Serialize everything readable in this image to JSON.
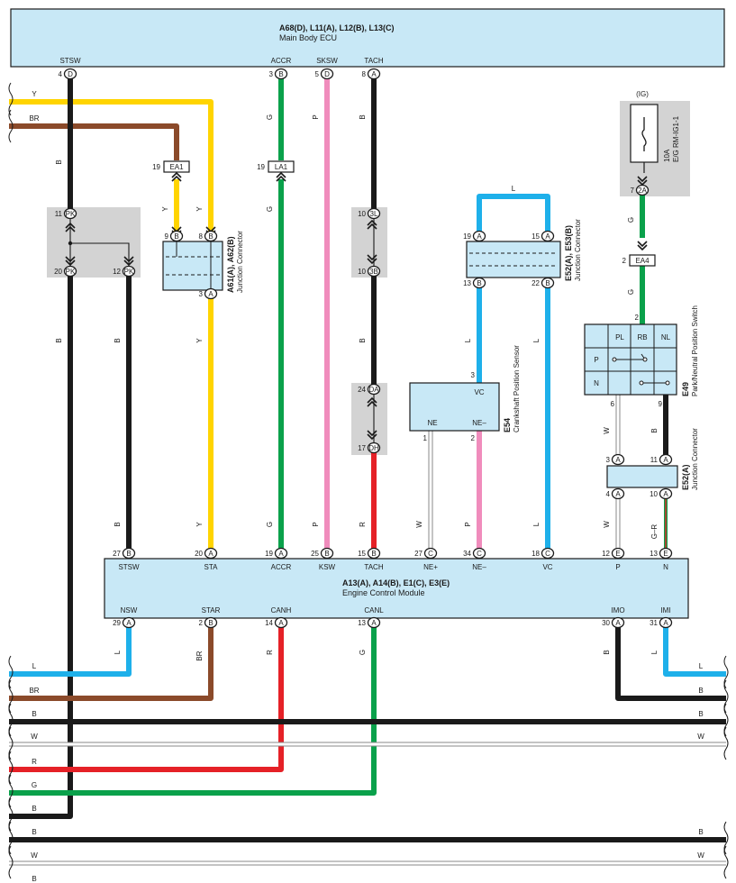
{
  "colors": {
    "Y": "#ffd400",
    "BR": "#8b4a2a",
    "B": "#1a1a1a",
    "G": "#0aa14b",
    "P": "#f08cbc",
    "L": "#1eb0ea",
    "R": "#e52127",
    "W": "#ffffff",
    "box_fill": "#c8e8f6",
    "shade": "#d3d3d3"
  },
  "main_ecu": {
    "title": "A68(D), L11(A), L12(B), L13(C)",
    "subtitle": "Main Body ECU"
  },
  "ecm": {
    "title": "A13(A), A14(B), E1(C), E3(E)",
    "subtitle": "Engine Control Module"
  },
  "ig": {
    "label": "(IG)",
    "fuse_rating": "10A",
    "fuse_name": "E/G RM-IG1-1"
  },
  "components": {
    "a61": {
      "id": "A61(A), A62(B)",
      "type": "Junction Connector"
    },
    "e52e53": {
      "id": "E52(A), E53(B)",
      "type": "Junction Connector"
    },
    "e52a": {
      "id": "E52(A)",
      "type": "Junction Connector"
    },
    "e54": {
      "id": "E54",
      "type": "Crankshaft Position Sensor",
      "vc": "VC",
      "ne": "NE",
      "ne_minus": "NE–"
    },
    "e49": {
      "id": "E49",
      "type": "Park/Neutral Position Switch",
      "pl": "PL",
      "rb": "RB",
      "nl": "NL",
      "p": "P",
      "n": "N"
    }
  },
  "ecu_pins": [
    {
      "label": "STSW",
      "num": "4",
      "id": "D"
    },
    {
      "label": "ACCR",
      "num": "3",
      "id": "B"
    },
    {
      "label": "SKSW",
      "num": "5",
      "id": "D"
    },
    {
      "label": "TACH",
      "num": "8",
      "id": "A"
    }
  ],
  "ecm_top_pins": [
    {
      "label": "STSW",
      "num": "27",
      "id": "B"
    },
    {
      "label": "STA",
      "num": "20",
      "id": "A"
    },
    {
      "label": "ACCR",
      "num": "19",
      "id": "A"
    },
    {
      "label": "KSW",
      "num": "25",
      "id": "B"
    },
    {
      "label": "TACH",
      "num": "15",
      "id": "B"
    },
    {
      "label": "NE+",
      "num": "27",
      "id": "C"
    },
    {
      "label": "NE–",
      "num": "34",
      "id": "C"
    },
    {
      "label": "VC",
      "num": "18",
      "id": "C"
    },
    {
      "label": "P",
      "num": "12",
      "id": "E"
    },
    {
      "label": "N",
      "num": "13",
      "id": "E"
    }
  ],
  "ecm_bottom_pins": [
    {
      "label": "NSW",
      "num": "29",
      "id": "A"
    },
    {
      "label": "STAR",
      "num": "2",
      "id": "B"
    },
    {
      "label": "CANH",
      "num": "14",
      "id": "A"
    },
    {
      "label": "CANL",
      "num": "13",
      "id": "A"
    },
    {
      "label": "IMO",
      "num": "30",
      "id": "A"
    },
    {
      "label": "IMI",
      "num": "31",
      "id": "A"
    }
  ],
  "conn_pins": {
    "ea1": {
      "num": "19",
      "id": "EA1"
    },
    "la1": {
      "num": "19",
      "id": "LA1"
    },
    "ea4": {
      "num": "2",
      "id": "EA4"
    },
    "pk11": {
      "num": "11",
      "id": "PK"
    },
    "pk20": {
      "num": "20",
      "id": "PK"
    },
    "pk12": {
      "num": "12",
      "id": "PK"
    },
    "a61_9": {
      "num": "9",
      "id": "B"
    },
    "a61_8": {
      "num": "8",
      "id": "B"
    },
    "a61_3": {
      "num": "3",
      "id": "A"
    },
    "j3l": {
      "num": "10",
      "id": "3L"
    },
    "j3b": {
      "num": "10",
      "id": "3B"
    },
    "jda": {
      "num": "24",
      "id": "DA"
    },
    "jdh": {
      "num": "17",
      "id": "DH"
    },
    "e52_19": {
      "num": "19",
      "id": "A"
    },
    "e52_15": {
      "num": "15",
      "id": "A"
    },
    "e52_13": {
      "num": "13",
      "id": "B"
    },
    "e52_22": {
      "num": "22",
      "id": "B"
    },
    "fuse_out": {
      "num": "7",
      "id": "2A"
    },
    "e52a_3": {
      "num": "3",
      "id": "A"
    },
    "e52a_11": {
      "num": "11",
      "id": "A"
    },
    "e52a_4": {
      "num": "4",
      "id": "A"
    },
    "e52a_10": {
      "num": "10",
      "id": "A"
    },
    "e54_vc": {
      "num": "3"
    },
    "e54_ne": {
      "num": "1"
    },
    "e54_nem": {
      "num": "2"
    },
    "e49_2": {
      "num": "2"
    },
    "e49_6": {
      "num": "6"
    },
    "e49_9": {
      "num": "9"
    }
  },
  "wire_labels": {
    "stsw_b": "B",
    "accr_g": "G",
    "sksw_p": "P",
    "tach_b": "B",
    "y_left": "Y",
    "br_left": "BR",
    "ea1_y": "Y",
    "a61_y_top": "Y",
    "la1_g": "G",
    "pk_b_left": "B",
    "pk_b_right": "B",
    "a61_y_mid": "Y",
    "tach_b_mid": "B",
    "l_loop": "L",
    "e52_l_left": "L",
    "e52_l_right": "L",
    "ig_g": "G",
    "ea4_g": "G",
    "e49_w": "W",
    "e49_b": "B",
    "e52a_w": "W",
    "e52a_gr": "G–R",
    "ecm_b": "B",
    "ecm_y": "Y",
    "ecm_g": "G",
    "ecm_p": "P",
    "ecm_r": "R",
    "ecm_w": "W",
    "ecm_pp": "P",
    "ecm_l": "L",
    "nsw_l": "L",
    "star_br": "BR",
    "canh_r": "R",
    "canl_g": "G",
    "imo_b": "B",
    "imi_l": "L",
    "bot_l_left": "L",
    "bot_l_right": "L",
    "bot_br_left": "BR",
    "bot_b_right1": "B",
    "bot_b_left": "B",
    "bot_b_right2": "B",
    "bot_w_left": "W",
    "bot_w_right": "W",
    "bot_r_left": "R",
    "bot_g_left": "G",
    "bot_b2_left": "B",
    "bot_b3_left": "B",
    "bot_b3_right": "B",
    "bot_w2_left": "W",
    "bot_w2_right": "W",
    "bot_b4_left": "B"
  }
}
